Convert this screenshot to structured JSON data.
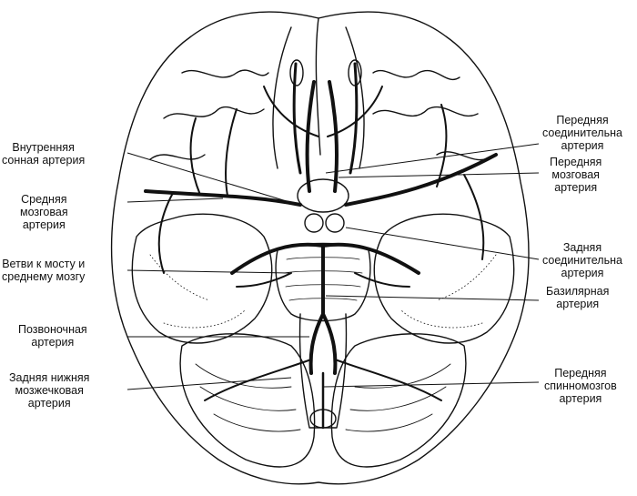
{
  "labels_left": [
    {
      "id": "internal-carotid",
      "lines": [
        "Внутренняя",
        "сонная артерия"
      ]
    },
    {
      "id": "middle-cerebral",
      "lines": [
        "Средняя",
        "мозговая",
        "артерия"
      ]
    },
    {
      "id": "pons-branches",
      "lines": [
        "Ветви к мосту и",
        "среднему мозгу"
      ]
    },
    {
      "id": "vertebral",
      "lines": [
        "Позвоночная",
        "артерия"
      ]
    },
    {
      "id": "posterior-inferior-cerebellar",
      "lines": [
        "Задняя нижняя",
        "мозжечковая",
        "артерия"
      ]
    }
  ],
  "labels_right": [
    {
      "id": "anterior-communicating",
      "lines": [
        "Передняя",
        "соединительна",
        "артерия"
      ]
    },
    {
      "id": "anterior-cerebral",
      "lines": [
        "Передняя",
        "мозговая",
        "артерия"
      ]
    },
    {
      "id": "posterior-communicating",
      "lines": [
        "Задняя",
        "соединительна",
        "артерия"
      ]
    },
    {
      "id": "basilar",
      "lines": [
        "Базилярная",
        "артерия"
      ]
    },
    {
      "id": "anterior-spinal",
      "lines": [
        "Передняя",
        "спинномозгов",
        "артерия"
      ]
    }
  ],
  "colors": {
    "ink": "#111111",
    "background": "#ffffff"
  }
}
